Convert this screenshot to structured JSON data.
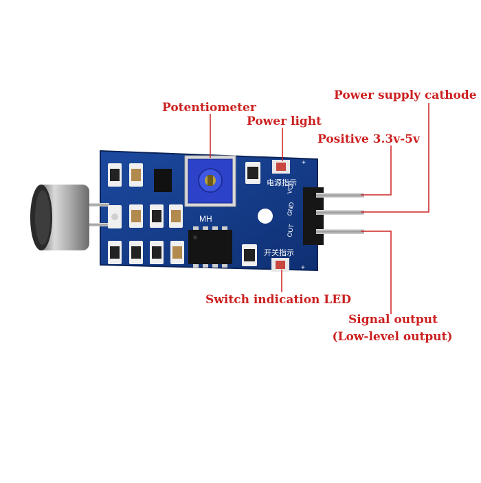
{
  "labels": {
    "potentiometer": "Potentiometer",
    "power_light": "Power light",
    "power_supply_cathode": "Power supply cathode",
    "positive": "Positive 3.3v-5v",
    "switch_led": "Switch indication LED",
    "signal_output": "Signal output",
    "signal_output_note": "(Low-level output)"
  },
  "board": {
    "mh": "MH",
    "pin_vcc": "VCC",
    "pin_gnd": "GND",
    "pin_out": "OUT",
    "power_indicator_cn": "电源指示",
    "switch_indicator_cn": "开关指示",
    "plus_sign": "+"
  },
  "colors": {
    "label_red": "#cc2020",
    "pcb_blue": "#163e8c",
    "leader_red": "#cc2020"
  }
}
